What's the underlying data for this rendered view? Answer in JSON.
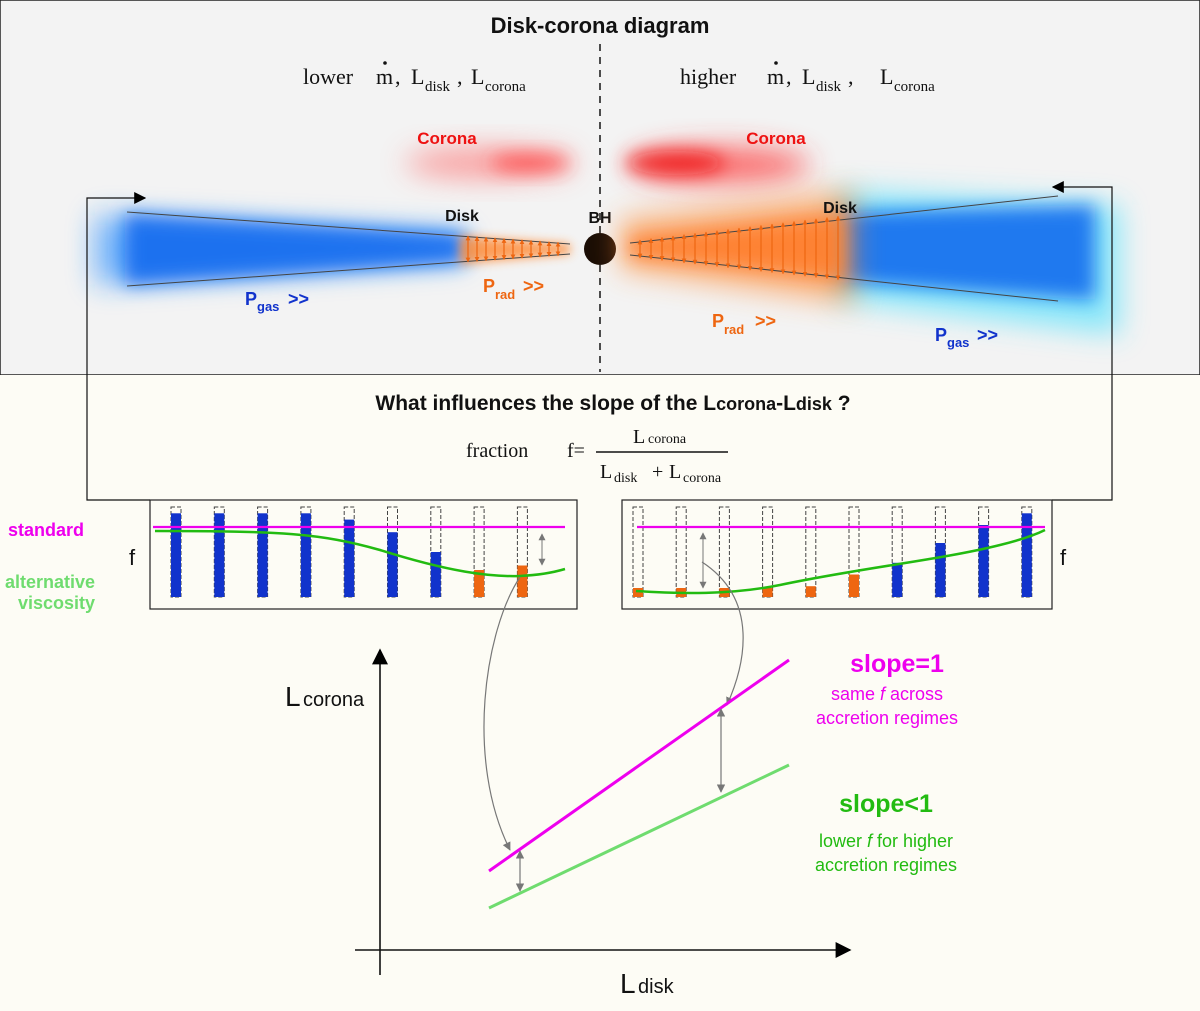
{
  "colors": {
    "top_bg": "#f3f3f3",
    "bottom_bg": "#fdfcf5",
    "magenta": "#ee00ee",
    "green": "#22bb11",
    "light_green": "#6fdc6f",
    "blue": "#1133cc",
    "orange": "#ee6611",
    "red": "#ee1111"
  },
  "top": {
    "title": "Disk-corona diagram",
    "left_header": {
      "prefix": "lower",
      "mdot": "m",
      "l": "L",
      "disk_sub": "disk",
      "corona_sub": "corona"
    },
    "right_header": {
      "prefix": "higher",
      "mdot": "m",
      "l": "L",
      "disk_sub": "disk",
      "corona_sub": "corona"
    },
    "corona_left": "Corona",
    "corona_right": "Corona",
    "disk_left": "Disk",
    "disk_right": "Disk",
    "bh_label": "BH",
    "p_letter": "P",
    "gas_sub": "gas",
    "rad_sub": "rad",
    "arrows_suffix": ">>"
  },
  "bottom": {
    "question_pre": "What influences the slope of the L",
    "question_corona": "corona",
    "question_dash": "-L",
    "question_disk": "disk",
    "question_post": " ?",
    "fraction_word": "fraction",
    "f_eq": "f=",
    "L": "L",
    "corona_sub": "corona",
    "disk_sub": "disk",
    "plus": "+",
    "legend_standard": "standard",
    "legend_alt_1": "alternative",
    "legend_alt_2": "viscosity",
    "f_label_left": "f",
    "f_label_right": "f",
    "ylabel_L": "L",
    "ylabel_sub": "corona",
    "xlabel_L": "L",
    "xlabel_sub": "disk",
    "slope1_title": "slope=1",
    "slope1_line1_pre": "same ",
    "slope1_line1_f": "f",
    "slope1_line1_post": " across",
    "slope1_line2": "accretion regimes",
    "slope2_title": "slope<1",
    "slope2_line1_pre": "lower ",
    "slope2_line1_f": "f",
    "slope2_line1_post": " for higher",
    "slope2_line2": "accretion regimes"
  },
  "bars_left": {
    "levels": [
      0.93,
      0.93,
      0.93,
      0.93,
      0.86,
      0.72,
      0.5,
      0.3,
      0.35
    ],
    "colors": [
      "blue",
      "blue",
      "blue",
      "blue",
      "blue",
      "blue",
      "blue",
      "orange",
      "orange"
    ]
  },
  "bars_right": {
    "levels": [
      0.1,
      0.1,
      0.1,
      0.1,
      0.12,
      0.25,
      0.38,
      0.6,
      0.8,
      0.93
    ],
    "colors": [
      "orange",
      "orange",
      "orange",
      "orange",
      "orange",
      "orange",
      "blue",
      "blue",
      "blue",
      "blue"
    ]
  }
}
